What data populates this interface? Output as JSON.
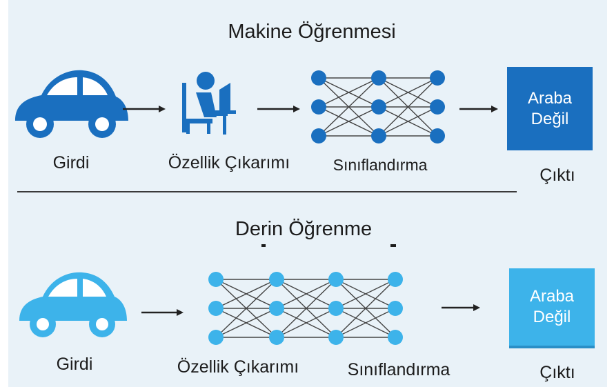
{
  "diagram": {
    "top": {
      "title": "Makine Öğrenmesi",
      "input_label": "Girdi",
      "feature_label": "Özellik Çıkarımı",
      "classify_label": "Sınıflandırma",
      "output_label": "Çıktı",
      "output_box": [
        "Araba",
        "Değil"
      ]
    },
    "bottom": {
      "title": "Derin Öğrenme",
      "input_label": "Girdi",
      "feature_label": "Özellik Çıkarımı",
      "classify_label": "Sınıflandırma",
      "output_label": "Çıktı",
      "output_box": [
        "Araba",
        "Değil"
      ]
    }
  },
  "colors": {
    "dark_blue": "#1a6fbf",
    "light_blue": "#3db3ea",
    "arrow": "#222222",
    "edge": "#444444"
  },
  "icons": {
    "car": "car-icon",
    "person": "person-at-computer-icon",
    "network": "neural-network-icon",
    "arrow": "arrow-right-icon"
  }
}
